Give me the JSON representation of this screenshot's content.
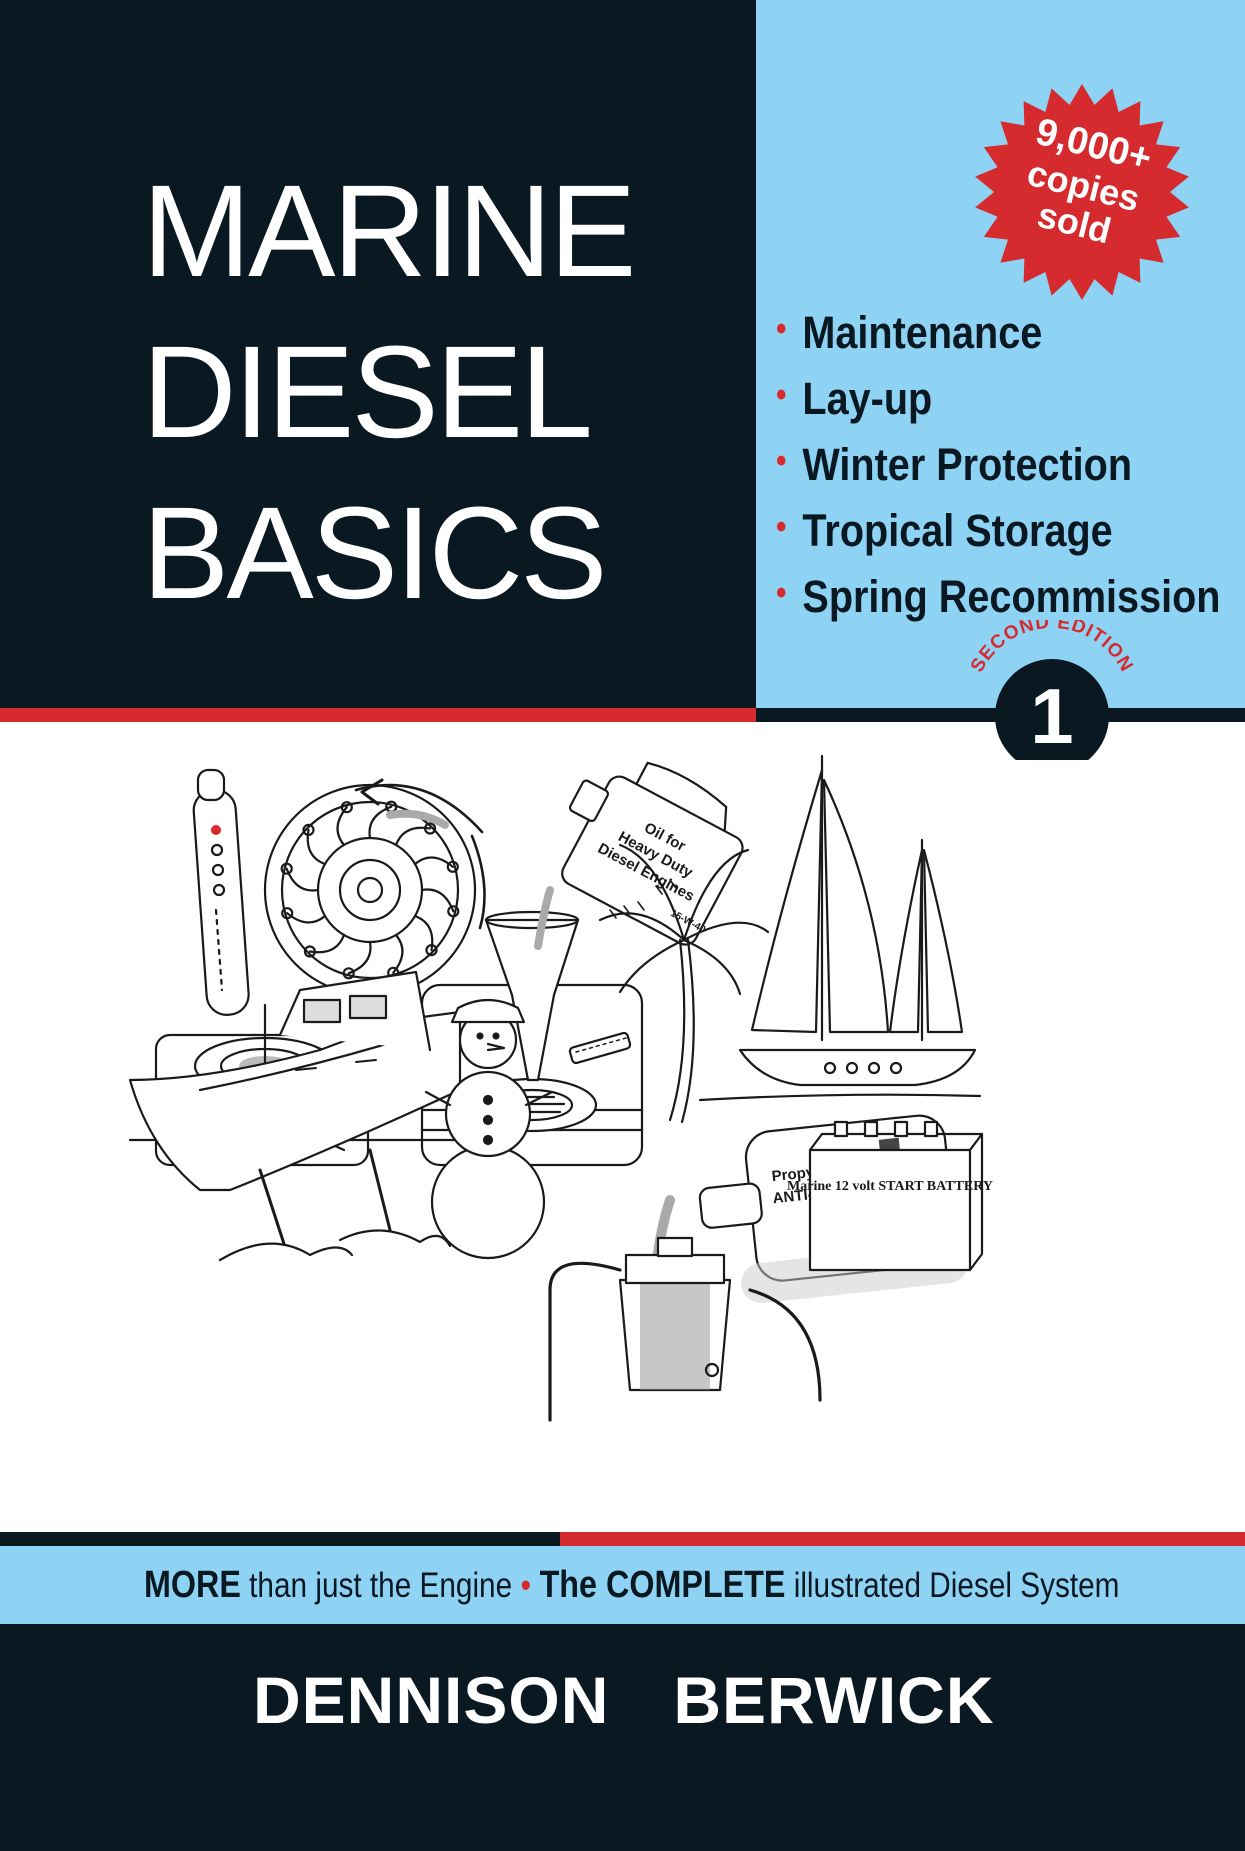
{
  "title": {
    "line1": "MARINE",
    "line2": "DIESEL",
    "line3": "BASICS"
  },
  "badge": {
    "line1": "9,000+",
    "line2": "copies",
    "line3": "sold"
  },
  "topics": [
    "Maintenance",
    "Lay-up",
    "Winter Protection",
    "Tropical Storage",
    "Spring Recommission"
  ],
  "bullet_glyph": "•",
  "edition": {
    "label": "SECOND EDITION",
    "number": "1"
  },
  "illustration": {
    "oil_jug": {
      "line1": "Oil for",
      "line2": "Heavy Duty",
      "line3": "Diesel Engines",
      "grade": "15-W-40"
    },
    "antifreeze": {
      "line1": "Propylene Glycol",
      "line2": "ANTI-FREEZE -50"
    },
    "battery": "Marine 12 volt START BATTERY"
  },
  "tagline": {
    "more": "MORE",
    "part1": " than just the Engine",
    "separator": "•",
    "the": "The ",
    "complete": "COMPLETE",
    "part2": " illustrated Diesel System"
  },
  "author": {
    "first": "DENNISON",
    "last": "BERWICK"
  },
  "colors": {
    "navy": "#0a1822",
    "sky": "#8fd3f4",
    "red": "#d52a2e",
    "white": "#ffffff"
  }
}
